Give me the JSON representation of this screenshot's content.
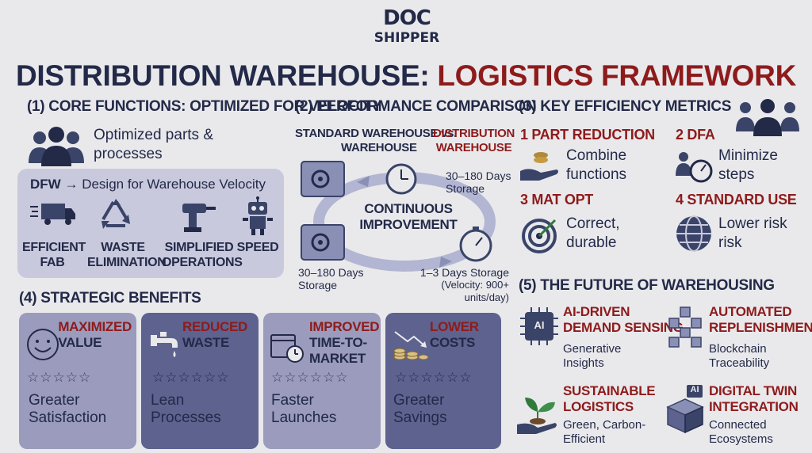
{
  "logo": {
    "line1": "DOC",
    "line2": "SHIPPER"
  },
  "title": {
    "part1": "DISTRIBUTION WAREHOUSE:",
    "part2": "LOGISTICS FRAMEWORK"
  },
  "section1": {
    "heading": "(1) CORE FUNCTIONS: OPTIMIZED FOR VELOCITY",
    "text_line1": "Optimized parts &",
    "text_line2": "processes",
    "dfw_label": "DFW",
    "dfw_arrow": "→",
    "dfw_text": "Design for Warehouse Velocity",
    "items": [
      {
        "line1": "EFFICIENT",
        "line2": "FAB"
      },
      {
        "line1": "WASTE",
        "line2": "ELIMINATION"
      },
      {
        "line1": "SIMPLIFIED",
        "line2": "OPERATIONS"
      },
      {
        "line1": "SPEED",
        "line2": ""
      }
    ]
  },
  "section2": {
    "heading": "(2) PERFORMANCE COMPARISON",
    "compare_left_line1": "STANDARD WAREHOUSE vs.",
    "compare_left_line2": "WAREHOUSE",
    "compare_right_line1": "DISTRIBUTION",
    "compare_right_line2": "WAREHOUSE",
    "center_line1": "CONTINUOUS",
    "center_line2": "IMPROVEMENT",
    "top_right_line1": "30–180 Days",
    "top_right_line2": "Storage",
    "bottom_left_line1": "30–180 Days",
    "bottom_left_line2": "Storage",
    "bottom_right_line1": "1–3 Days Storage",
    "bottom_right_line2": "(Velocity: 900+ units/day)"
  },
  "section3": {
    "heading": "(3) KEY EFFICIENCY METRICS",
    "metrics": [
      {
        "title": "1 PART REDUCTION",
        "line1": "Combine",
        "line2": "functions"
      },
      {
        "title": "2 DFA",
        "line1": "Minimize",
        "line2": "steps"
      },
      {
        "title": "3 MAT OPT",
        "line1": "Correct,",
        "line2": "durable"
      },
      {
        "title": "4 STANDARD USE",
        "line1": "Lower risk",
        "line2": "risk"
      }
    ]
  },
  "section4": {
    "heading": "(4) STRATEGIC BENEFITS",
    "cards": [
      {
        "red": "MAXIMIZED",
        "navy": "VALUE",
        "navy2": "",
        "stars": "☆☆☆☆☆",
        "line1": "Greater",
        "line2": "Satisfaction"
      },
      {
        "red": "REDUCED",
        "navy": "WASTE",
        "navy2": "",
        "stars": "☆☆☆☆☆☆",
        "line1": "Lean Processes",
        "line2": ""
      },
      {
        "red": "IMPROVED",
        "navy": "TIME-TO-",
        "navy2": "MARKET",
        "stars": "☆☆☆☆☆☆",
        "line1": "Faster Launches",
        "line2": ""
      },
      {
        "red": "LOWER",
        "navy": "COSTS",
        "navy2": "",
        "stars": "☆☆☆☆☆☆",
        "line1": "Greater Savings",
        "line2": ""
      }
    ]
  },
  "section5": {
    "heading": "(5) THE FUTURE OF WAREHOUSING",
    "ai_badge": "AI",
    "items": [
      {
        "t1": "AI-DRIVEN",
        "t2": "DEMAND SENSING",
        "d1": "Generative",
        "d2": "Insights"
      },
      {
        "t1": "AUTOMATED",
        "t2": "REPLENISHMENT",
        "d1": "Blockchain",
        "d2": "Traceability"
      },
      {
        "t1": "SUSTAINABLE",
        "t2": "LOGISTICS",
        "d1": "Green, Carbon-",
        "d2": "Efficient"
      },
      {
        "t1": "DIGITAL TWIN",
        "t2": "INTEGRATION",
        "d1": "Connected",
        "d2": "Ecosystems"
      }
    ]
  },
  "colors": {
    "background": "#e9e9ec",
    "navy": "#232a48",
    "red": "#8e1b1b",
    "panel_light": "#c9c9de",
    "panel_mid": "#9a9bbd",
    "panel_dark": "#5d628f"
  }
}
